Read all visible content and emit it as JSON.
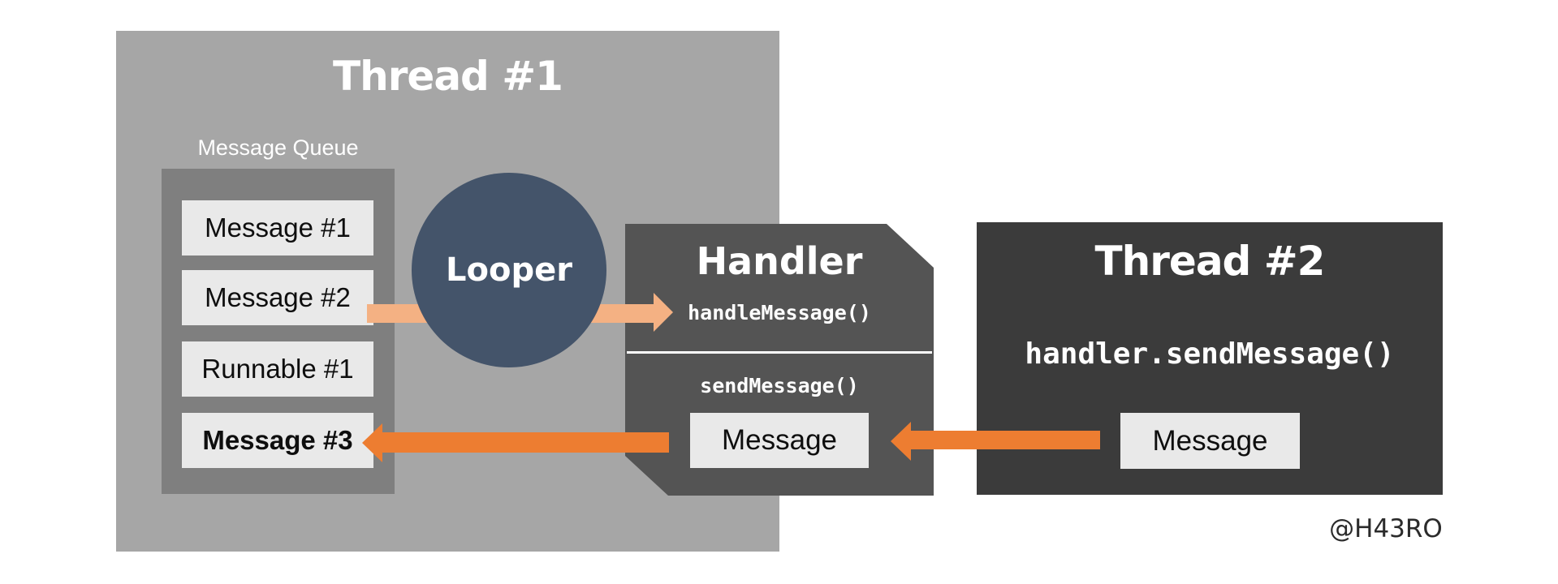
{
  "colors": {
    "canvas_bg": "#ffffff",
    "thread1_bg": "#a6a6a6",
    "queue_bg": "#7f7f7f",
    "item_bg": "#e9e9e9",
    "handler_bg": "#545454",
    "thread2_bg": "#3b3b3b",
    "looper_bg": "#44546a",
    "arrow_orange": "#ed7d31",
    "arrow_light_orange": "#f4b183",
    "title_text": "#ffffff",
    "item_text": "#0e0e0e",
    "watermark_text": "#2b2b2b"
  },
  "thread1": {
    "title": "Thread #1",
    "queue": {
      "label": "Message Queue",
      "items": [
        {
          "label": "Message #1"
        },
        {
          "label": "Message #2"
        },
        {
          "label": "Runnable #1"
        },
        {
          "label": "Message #3"
        }
      ]
    },
    "looper": {
      "label": "Looper"
    }
  },
  "handler": {
    "title": "Handler",
    "handle_message": "handleMessage()",
    "send_message": "sendMessage()",
    "message": "Message"
  },
  "thread2": {
    "title": "Thread #2",
    "code": "handler.sendMessage()",
    "message": "Message"
  },
  "watermark": "@H43RO"
}
